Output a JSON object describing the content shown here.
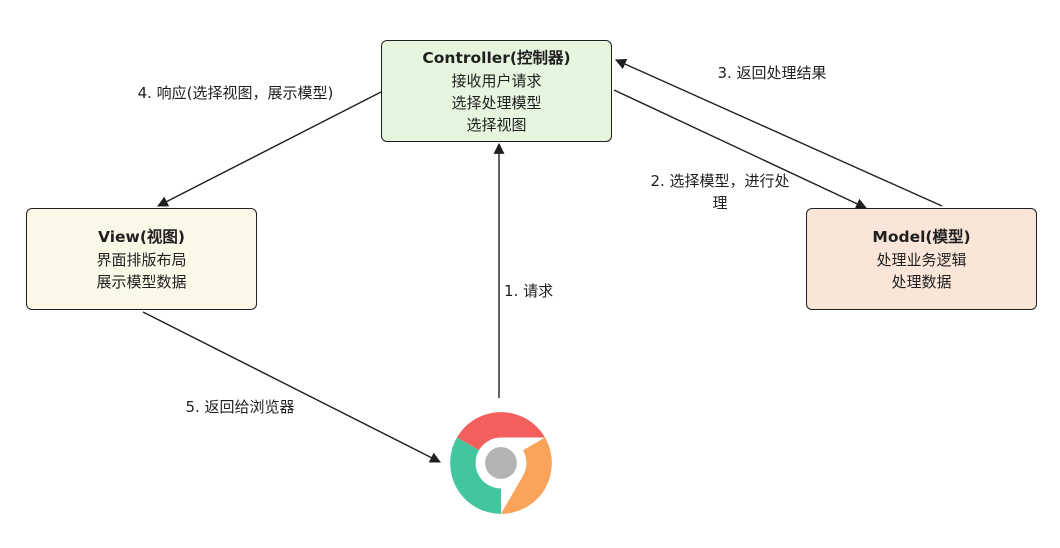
{
  "nodes": {
    "controller": {
      "title": "Controller(控制器)",
      "lines": [
        "接收用户请求",
        "选择处理模型",
        "选择视图"
      ],
      "fill": "#e6f5de"
    },
    "view": {
      "title": "View(视图)",
      "lines": [
        "界面排版布局",
        "展示模型数据"
      ],
      "fill": "#fbf8e8"
    },
    "model": {
      "title": "Model(模型)",
      "lines": [
        "处理业务逻辑",
        "处理数据"
      ],
      "fill": "#f9e6d8"
    }
  },
  "edges": {
    "e1": {
      "label": "1. 请求",
      "from": "browser",
      "to": "controller"
    },
    "e2": {
      "label": "2. 选择模型，进行处理",
      "from": "controller",
      "to": "model"
    },
    "e3": {
      "label": "3. 返回处理结果",
      "from": "model",
      "to": "controller"
    },
    "e4": {
      "label": "4. 响应(选择视图，展示模型)",
      "from": "controller",
      "to": "view"
    },
    "e5": {
      "label": "5. 返回给浏览器",
      "from": "view",
      "to": "browser"
    }
  },
  "browser": {
    "icon": "chrome-browser-icon",
    "colors": {
      "red": "#f25f5c",
      "green": "#43c59e",
      "orange": "#f9a35b",
      "center": "#b3b3b3"
    }
  },
  "colors": {
    "stroke": "#1f1f1f"
  }
}
